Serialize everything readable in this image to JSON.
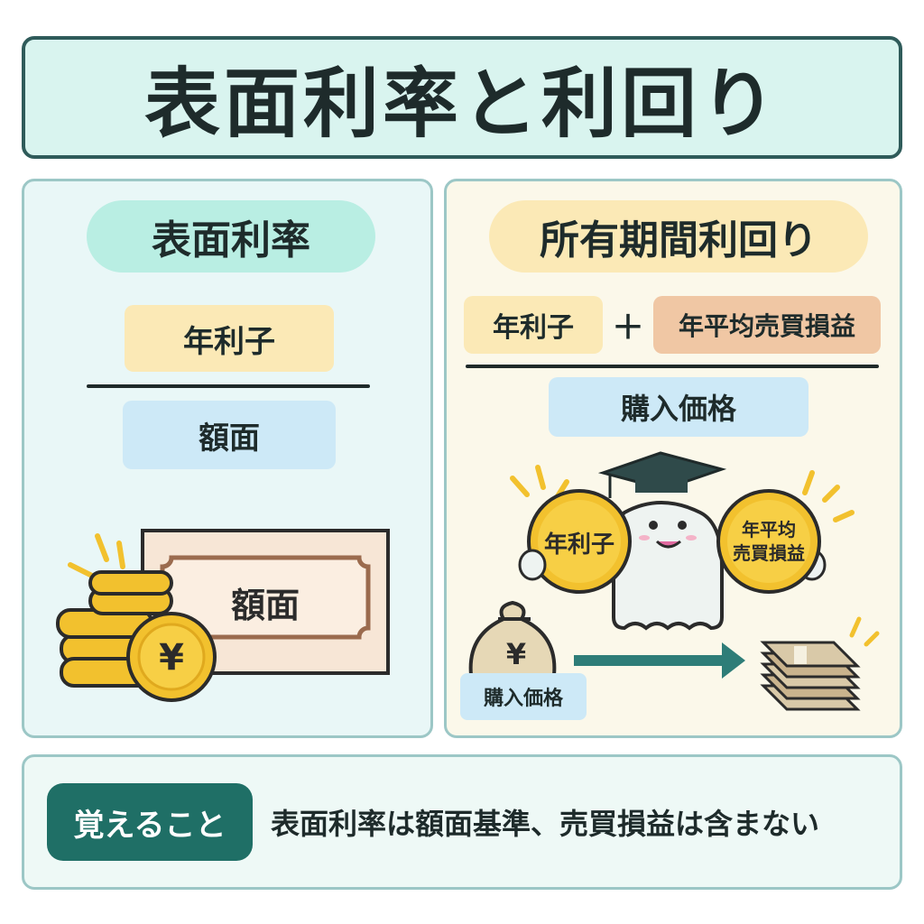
{
  "title": "表面利率と利回り",
  "left": {
    "heading": "表面利率",
    "numerator": "年利子",
    "denominator": "額面",
    "certificate_label": "額面",
    "coin_symbol": "¥"
  },
  "right": {
    "heading": "所有期間利回り",
    "numerator_a": "年利子",
    "plus": "＋",
    "numerator_b": "年平均売買損益",
    "denominator": "購入価格",
    "coin_left": "年利子",
    "coin_right_line1": "年平均",
    "coin_right_line2": "売買損益",
    "bag_symbol": "¥",
    "bag_label": "購入価格"
  },
  "remember": {
    "label": "覚えること",
    "text": "表面利率は額面基準、売買損益は含まない"
  },
  "colors": {
    "accent_dark": "#2f5b5a",
    "badge_teal": "#1f6f66",
    "coin_gold": "#f2c12e",
    "arrow_teal": "#2e7d78"
  }
}
